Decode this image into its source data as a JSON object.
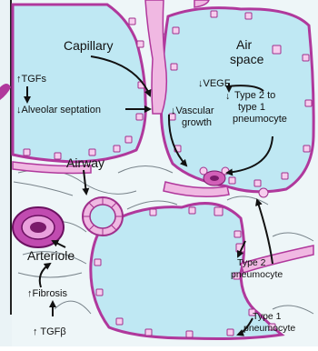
{
  "labels": {
    "capillary": "Capillary",
    "air_space_1": "Air",
    "air_space_2": "space",
    "tgfs": "↑TGFs",
    "alveolar_septation": "↓Alveolar septation",
    "vegf": "↓VEGF",
    "vascular_1": "↓Vascular",
    "vascular_2": "growth",
    "type2_to_type1_1": "Type 2 to",
    "type2_to_type1_2": "type 1",
    "type2_to_type1_3": "pneumocyte",
    "type2_to_type1_arrow": "↓",
    "airway": "Airway",
    "arteriole": "Arteriole",
    "type2_pneumocyte_1": "Type 2",
    "type2_pneumocyte_2": "pneumocyte",
    "fibrosis": "↑Fibrosis",
    "tgfb": "↑ TGFβ",
    "type1_pneumocyte_1": "Type 1",
    "type1_pneumocyte_2": "pneumocyte"
  },
  "colors": {
    "air_space": "#bfe8f3",
    "cell_wall": "#b0389c",
    "cell_fill": "#f3c6ea",
    "tissue": "#eef6f8",
    "fiber": "#707a80",
    "arrow": "#111111"
  }
}
